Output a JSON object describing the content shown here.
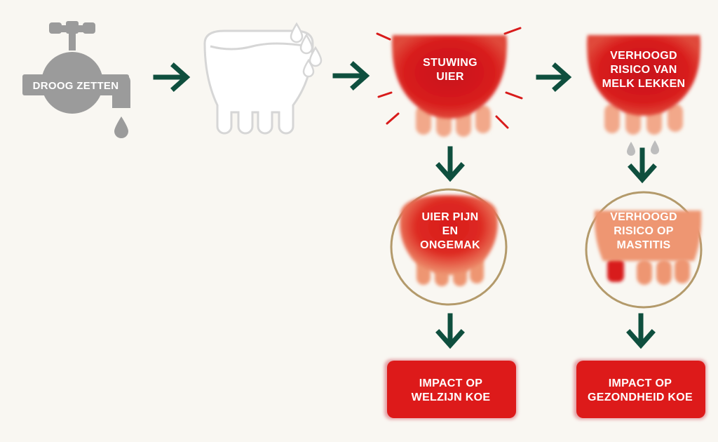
{
  "colors": {
    "background": "#f9f7f2",
    "gray": "#9b9b9b",
    "outline": "#d6d6d6",
    "red": "#d81b1b",
    "deep_red": "#c8141c",
    "salmon": "#ee9672",
    "teat_salmon": "#f2a88a",
    "arrow": "#0f4f3e",
    "ring": "#b39a6b",
    "drop": "#bdbdbd"
  },
  "steps": {
    "tap_label": "DROOG ZETTEN",
    "stuwing_line1": "STUWING",
    "stuwing_line2": "UIER",
    "risico_lek_line1": "VERHOOGD",
    "risico_lek_line2": "RISICO VAN",
    "risico_lek_line3": "MELK LEKKEN",
    "pijn_line1": "UIER PIJN",
    "pijn_line2": "EN",
    "pijn_line3": "ONGEMAK",
    "mastitis_line1": "VERHOOGD",
    "mastitis_line2": "RISICO OP",
    "mastitis_line3": "MASTITIS",
    "welzijn_line1": "IMPACT OP",
    "welzijn_line2": "WELZIJN KOE",
    "gezondheid_line1": "IMPACT OP",
    "gezondheid_line2": "GEZONDHEID KOE"
  },
  "icons": {
    "tap": "water-tap-icon",
    "udder": "udder-icon",
    "drop": "milk-drop-icon",
    "arrow": "arrow-icon"
  }
}
